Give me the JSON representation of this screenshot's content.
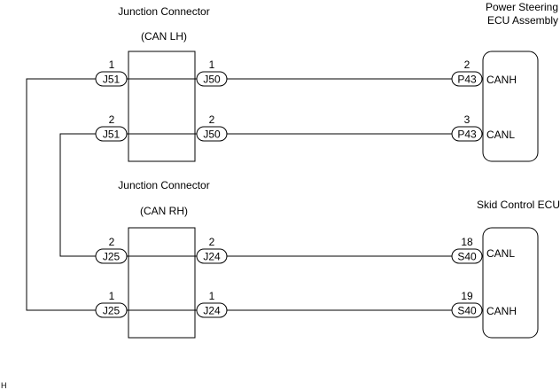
{
  "junction_lh": {
    "title": "Junction Connector",
    "subtitle": "(CAN LH)"
  },
  "junction_rh": {
    "title": "Junction Connector",
    "subtitle": "(CAN RH)"
  },
  "power_steering": {
    "title_line1": "Power Steering",
    "title_line2": "ECU Assembly"
  },
  "skid_control": {
    "title": "Skid Control ECU"
  },
  "rows": [
    {
      "left_pin": "1",
      "left_conn": "J51",
      "mid_pin": "1",
      "mid_conn": "J50",
      "right_pin": "2",
      "right_conn": "P43",
      "signal": "CANH"
    },
    {
      "left_pin": "2",
      "left_conn": "J51",
      "mid_pin": "2",
      "mid_conn": "J50",
      "right_pin": "3",
      "right_conn": "P43",
      "signal": "CANL"
    },
    {
      "left_pin": "2",
      "left_conn": "J25",
      "mid_pin": "2",
      "mid_conn": "J24",
      "right_pin": "18",
      "right_conn": "S40",
      "signal": "CANL"
    },
    {
      "left_pin": "1",
      "left_conn": "J25",
      "mid_pin": "1",
      "mid_conn": "J24",
      "right_pin": "19",
      "right_conn": "S40",
      "signal": "CANH"
    }
  ],
  "corner_mark": "H"
}
